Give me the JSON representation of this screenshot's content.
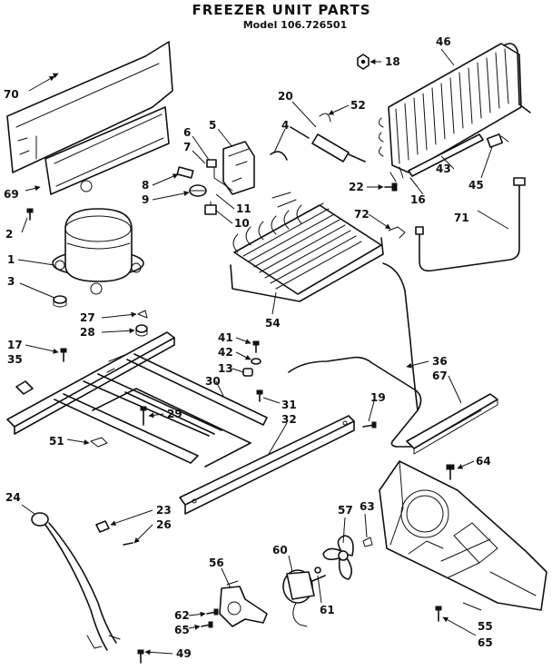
{
  "title": "FREEZER UNIT PARTS",
  "subtitle": "Model 106.726501",
  "callouts": {
    "c1": "1",
    "c2": "2",
    "c3": "3",
    "c4": "4",
    "c5": "5",
    "c6": "6",
    "c7": "7",
    "c8": "8",
    "c9": "9",
    "c10": "10",
    "c11": "11",
    "c13": "13",
    "c16": "16",
    "c17": "17",
    "c18": "18",
    "c19": "19",
    "c20": "20",
    "c22": "22",
    "c23": "23",
    "c24": "24",
    "c26": "26",
    "c27": "27",
    "c28": "28",
    "c29": "29",
    "c30": "30",
    "c31": "31",
    "c32": "32",
    "c35": "35",
    "c36": "36",
    "c41": "41",
    "c42": "42",
    "c43": "43",
    "c45": "45",
    "c46": "46",
    "c49": "49",
    "c51": "51",
    "c52": "52",
    "c54": "54",
    "c55": "55",
    "c56": "56",
    "c57": "57",
    "c60": "60",
    "c61": "61",
    "c62": "62",
    "c63": "63",
    "c64": "64",
    "c65a": "65",
    "c65b": "65",
    "c67": "67",
    "c69": "69",
    "c70": "70",
    "c71": "71",
    "c72": "72"
  }
}
